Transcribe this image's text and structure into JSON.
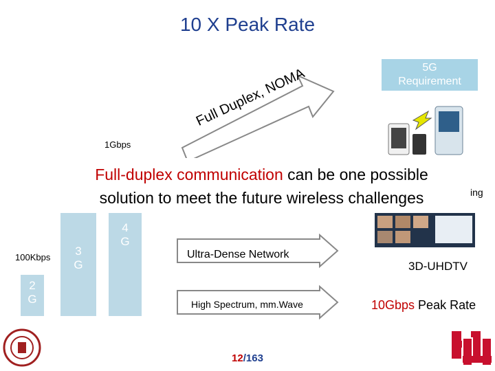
{
  "title": "10 X Peak Rate",
  "requirement": {
    "line1": "5G",
    "line2": "Requirement"
  },
  "rates": {
    "r1": "1Gbps",
    "r2": "100Kbps"
  },
  "generations": [
    {
      "text": "2\nG"
    },
    {
      "text": "3\nG"
    },
    {
      "text": "4\nG"
    }
  ],
  "arc_arrow_text": "Full Duplex, NOMA",
  "banner": {
    "highlight": "Full-duplex communication",
    "rest1": " can be one possible",
    "line2": "solution to meet the future wireless challenges"
  },
  "arrows": {
    "udn": "Ultra-Dense Network",
    "mmwave": "High Spectrum, mm.Wave"
  },
  "right": {
    "partial": "ing",
    "uhdtv": "3D-UHDTV",
    "peak_value": "10Gbps",
    "peak_label": " Peak Rate"
  },
  "page": {
    "current": "12",
    "sep": "/",
    "total": "163"
  },
  "colors": {
    "title": "#1f3f8f",
    "accent_red": "#c00000",
    "gen_bar": "#bcd9e6"
  }
}
